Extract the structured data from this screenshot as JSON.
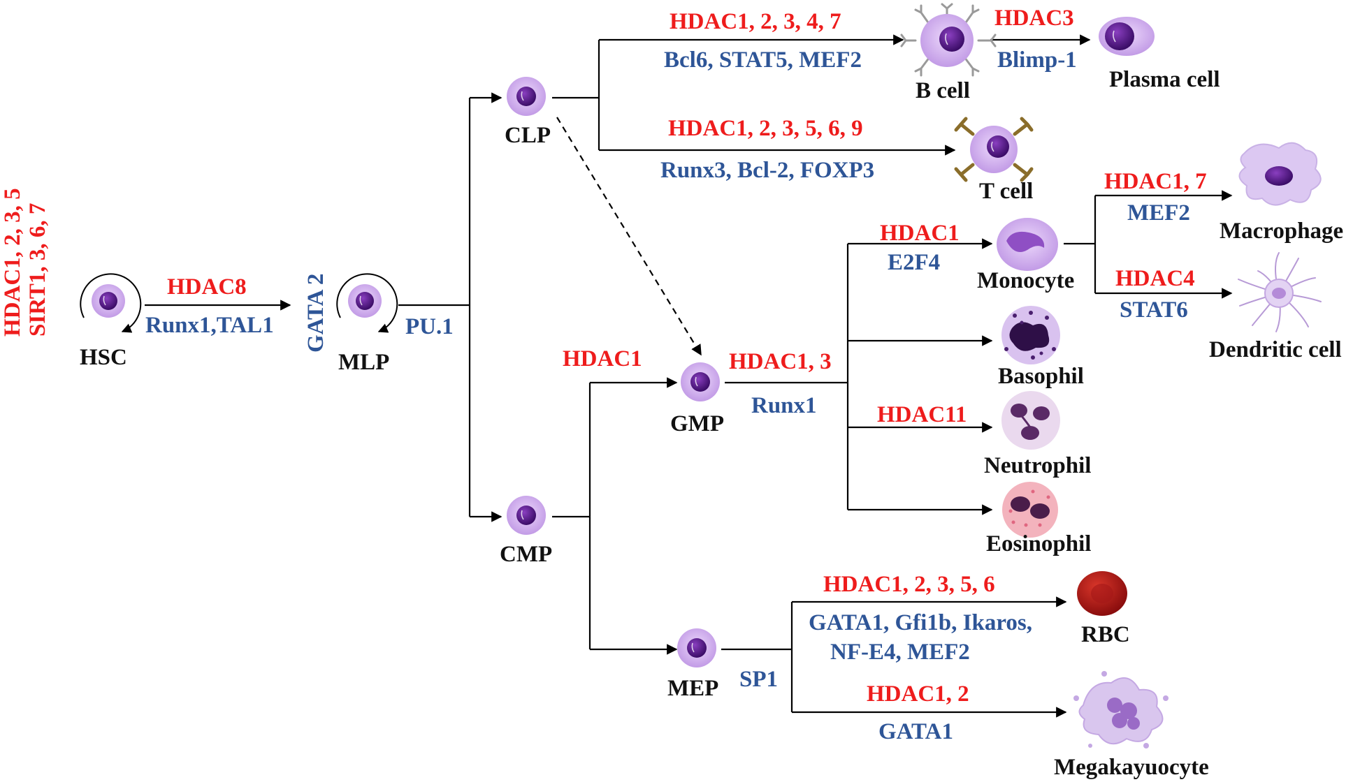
{
  "colors": {
    "hdac": "#ee1c1c",
    "factor": "#2e5597",
    "cell_label": "#111111",
    "arrow": "#000000"
  },
  "vertical": {
    "hdac_left": "HDAC1, 2, 3, 5",
    "sirt_left": "SIRT1, 3, 6, 7",
    "gata2": "GATA 2"
  },
  "cells": {
    "hsc": "HSC",
    "mlp": "MLP",
    "clp": "CLP",
    "cmp": "CMP",
    "gmp": "GMP",
    "mep": "MEP",
    "bcell": "B cell",
    "plasma": "Plasma cell",
    "tcell": "T cell",
    "monocyte": "Monocyte",
    "macrophage": "Macrophage",
    "dendritic": "Dendritic cell",
    "basophil": "Basophil",
    "neutrophil": "Neutrophil",
    "eosinophil": "Eosinophil",
    "rbc": "RBC",
    "megakaryocyte": "Megakayuocyte"
  },
  "regulators": {
    "hsc_mlp_hdac": "HDAC8",
    "hsc_mlp_factor": "Runx1,TAL1",
    "mlp_factor": "PU.1",
    "clp_b_hdac": "HDAC1, 2, 3, 4, 7",
    "clp_b_factor": "Bcl6, STAT5, MEF2",
    "b_plasma_hdac": "HDAC3",
    "b_plasma_factor": "Blimp-1",
    "clp_t_hdac": "HDAC1, 2, 3, 5, 6, 9",
    "clp_t_factor": "Runx3, Bcl-2, FOXP3",
    "cmp_gmp_hdac": "HDAC1",
    "gmp_hdac": "HDAC1, 3",
    "gmp_factor": "Runx1",
    "gmp_mono_hdac": "HDAC1",
    "gmp_mono_factor": "E2F4",
    "mono_mac_hdac": "HDAC1, 7",
    "mono_mac_factor": "MEF2",
    "mono_dc_hdac": "HDAC4",
    "mono_dc_factor": "STAT6",
    "gmp_neut_hdac": "HDAC11",
    "mep_factor": "SP1",
    "mep_rbc_hdac": "HDAC1, 2, 3, 5, 6",
    "mep_rbc_factor_1": "GATA1, Gfi1b, Ikaros,",
    "mep_rbc_factor_2": "NF-E4, MEF2",
    "mep_mk_hdac": "HDAC1, 2",
    "mep_mk_factor": "GATA1"
  }
}
